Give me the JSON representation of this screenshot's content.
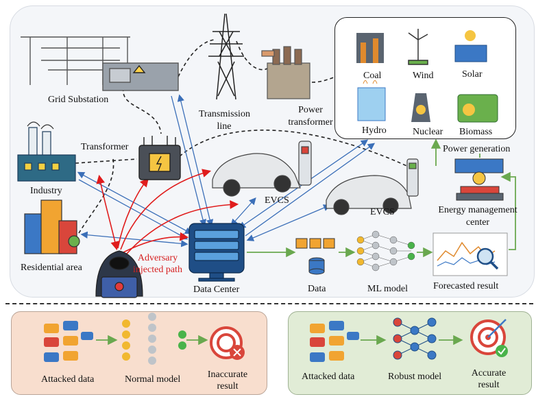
{
  "nodes": {
    "grid_substation": "Grid Substation",
    "transmission_line": "Transmission line",
    "power_transformer": "Power transformer",
    "transformer": "Transformer",
    "industry": "Industry",
    "residential_area": "Residential area",
    "evcs_1": "EVCS",
    "evcs_2": "EVCS",
    "data_center": "Data Center",
    "data": "Data",
    "ml_model": "ML model",
    "forecasted_result": "Forecasted result",
    "energy_management_center": "Energy management center",
    "power_generation": "Power generation",
    "adversary_path": "Adversary injected path"
  },
  "generation_sources": [
    "Coal",
    "Wind",
    "Solar",
    "Hydro",
    "Nuclear",
    "Biomass"
  ],
  "bottom_left": {
    "attacked_data": "Attacked data",
    "model": "Normal model",
    "result": "Inaccurate result"
  },
  "bottom_right": {
    "attacked_data": "Attacked data",
    "model": "Robust model",
    "result": "Accurate result"
  },
  "colors": {
    "communication_link": "#3b6fb8",
    "adversary_link": "#e01c1c",
    "data_flow": "#6aa84f",
    "power_line": "#222222"
  }
}
